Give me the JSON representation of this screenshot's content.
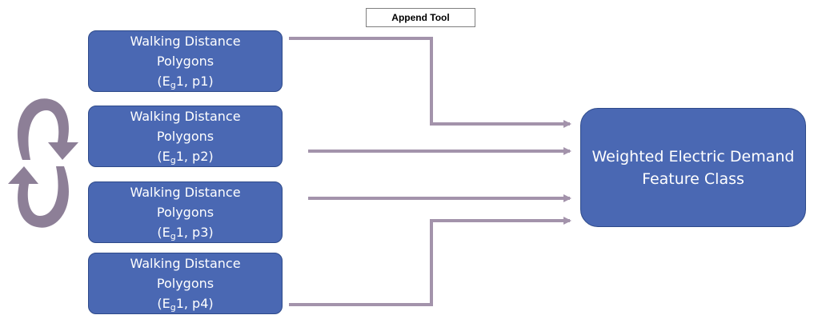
{
  "colors": {
    "box_fill": "#4a68b3",
    "box_stroke": "#2e4a8a",
    "arrow": "#a393ab",
    "cycle": "#8d7f97"
  },
  "tool": {
    "label": "Append Tool"
  },
  "inputs": [
    {
      "line1": "Walking Distance",
      "line2": "Polygons",
      "open": "(E",
      "sub": "g",
      "rest": "1, p1)"
    },
    {
      "line1": "Walking Distance",
      "line2": "Polygons",
      "open": "(E",
      "sub": "g",
      "rest": "1, p2)"
    },
    {
      "line1": "Walking Distance",
      "line2": "Polygons",
      "open": "(E",
      "sub": "g",
      "rest": "1, p3)"
    },
    {
      "line1": "Walking Distance",
      "line2": "Polygons",
      "open": "(E",
      "sub": "g",
      "rest": "1, p4)"
    }
  ],
  "output": {
    "line1": "Weighted Electric Demand",
    "line2": "Feature Class"
  },
  "icons": {
    "cycle": "circular-arrows-icon"
  }
}
